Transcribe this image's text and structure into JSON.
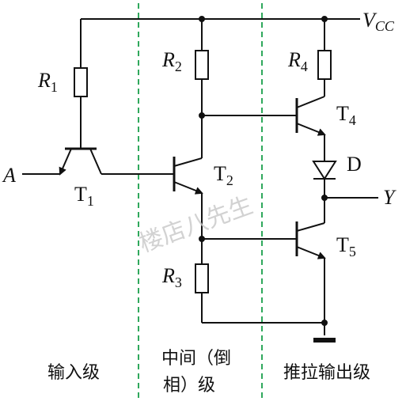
{
  "labels": {
    "vcc_main": "V",
    "vcc_sub": "CC",
    "r1_main": "R",
    "r1_sub": "1",
    "r2_main": "R",
    "r2_sub": "2",
    "r3_main": "R",
    "r3_sub": "3",
    "r4_main": "R",
    "r4_sub": "4",
    "t1_main": "T",
    "t1_sub": "1",
    "t2_main": "T",
    "t2_sub": "2",
    "t4_main": "T",
    "t4_sub": "4",
    "t5_main": "T",
    "t5_sub": "5",
    "diode": "D",
    "input": "A",
    "output": "Y"
  },
  "stages": {
    "input": "输入级",
    "middle_line1": "中间（倒",
    "middle_line2": "相）级",
    "output": "推拉输出级"
  },
  "watermark": "楼店八先生"
}
